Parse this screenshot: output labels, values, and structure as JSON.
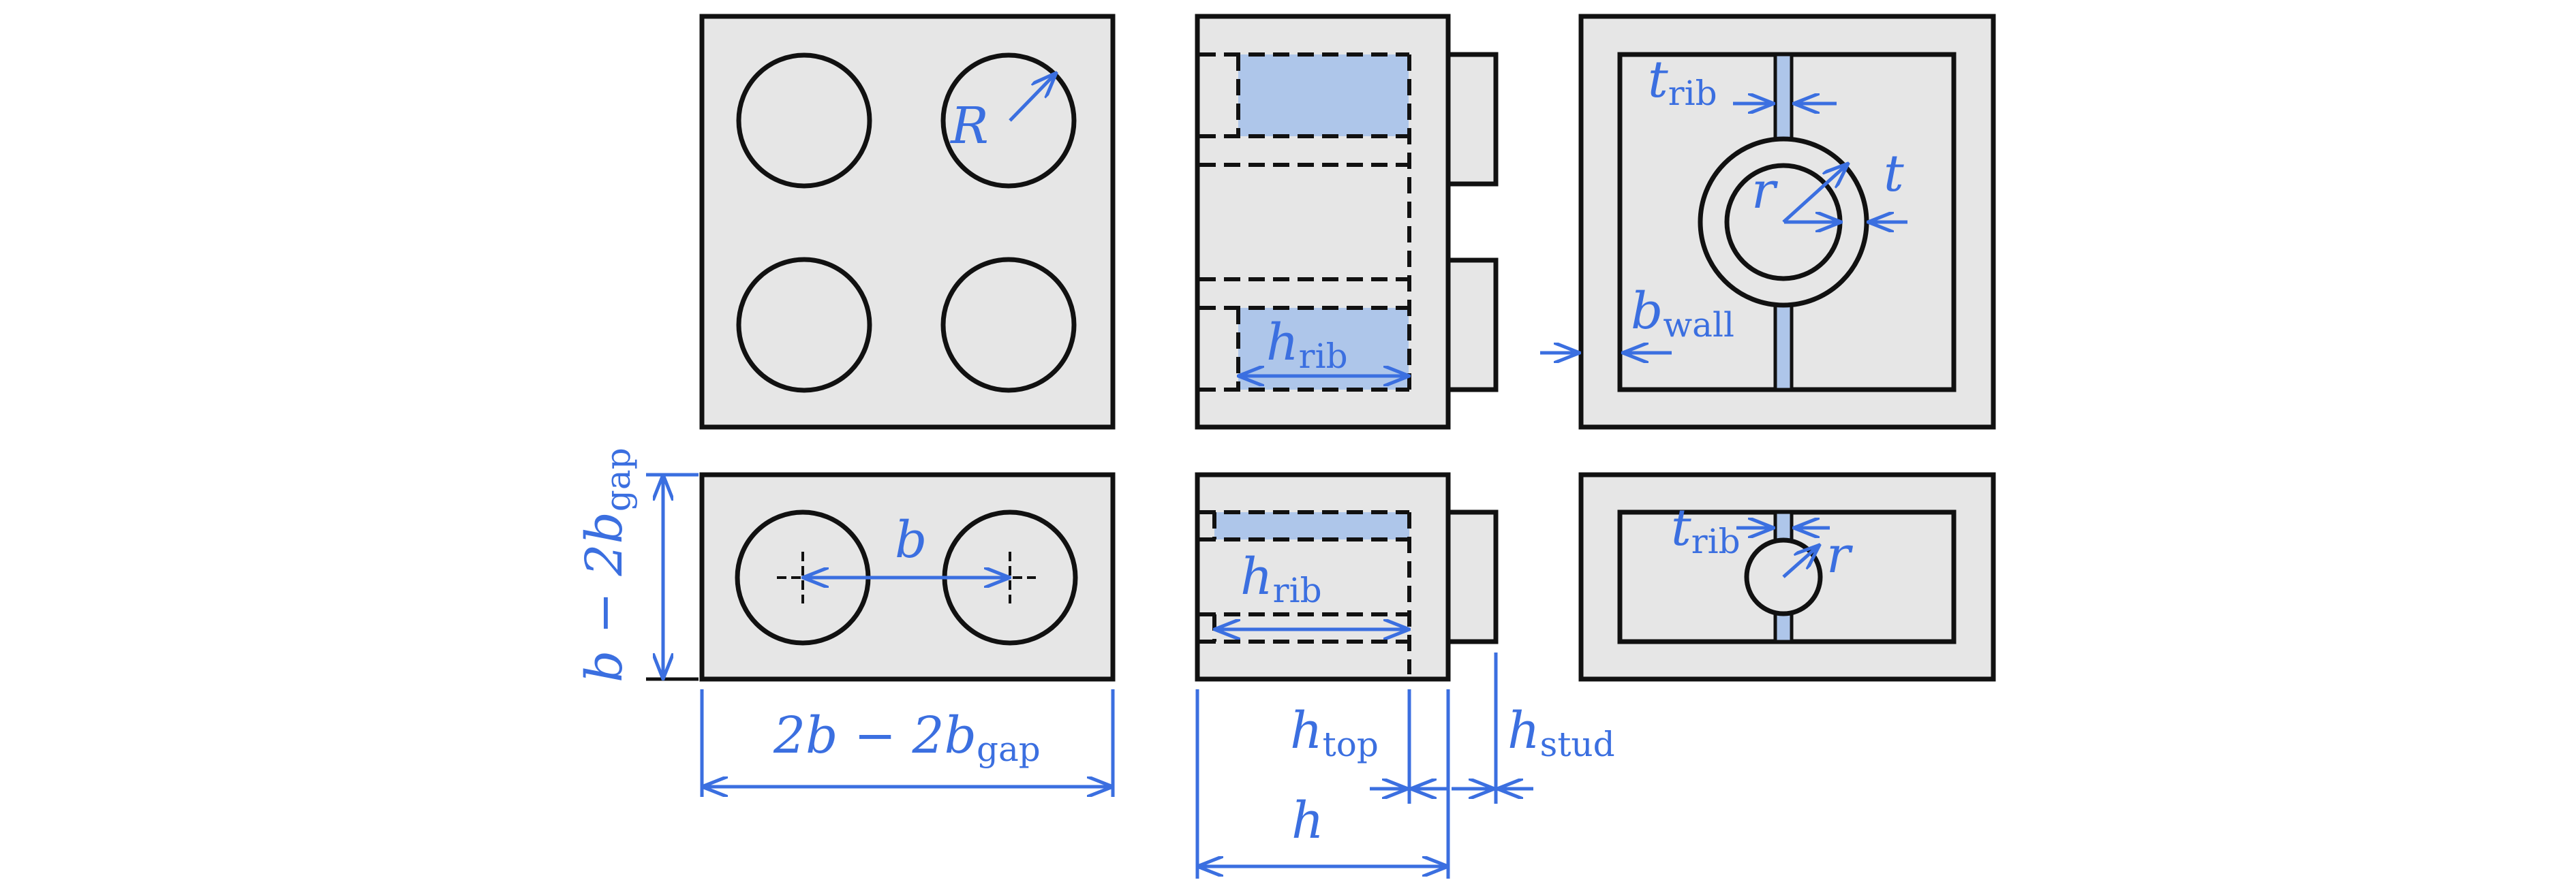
{
  "colors": {
    "outline": "#111111",
    "face_fill": "#e6e6e6",
    "highlight_fill": "#aec6ea",
    "dimension": "#3b6fe0",
    "background": "#ffffff"
  },
  "views": [
    "top-view-2x2-brick",
    "side-section-2x2-brick",
    "bottom-view-2x2-brick",
    "top-view-1x2-brick",
    "side-section-1x2-brick",
    "bottom-view-1x2-brick"
  ],
  "labels": {
    "R": {
      "main": "R",
      "sub": ""
    },
    "t_rib_upper": {
      "main": "t",
      "sub": "rib"
    },
    "t": {
      "main": "t",
      "sub": ""
    },
    "r_upper": {
      "main": "r",
      "sub": ""
    },
    "b_wall": {
      "main": "b",
      "sub": "wall"
    },
    "h_rib_upper": {
      "main": "h",
      "sub": "rib"
    },
    "b_minus_2bgap": {
      "main": "b − 2b",
      "sub": "gap"
    },
    "b": {
      "main": "b",
      "sub": ""
    },
    "h_rib_lower": {
      "main": "h",
      "sub": "rib"
    },
    "t_rib_lower": {
      "main": "t",
      "sub": "rib"
    },
    "r_lower": {
      "main": "r",
      "sub": ""
    },
    "two_b_minus_2bgap": {
      "main": "2b − 2b",
      "sub": "gap"
    },
    "h_top": {
      "main": "h",
      "sub": "top"
    },
    "h_stud": {
      "main": "h",
      "sub": "stud"
    },
    "h": {
      "main": "h",
      "sub": ""
    }
  }
}
